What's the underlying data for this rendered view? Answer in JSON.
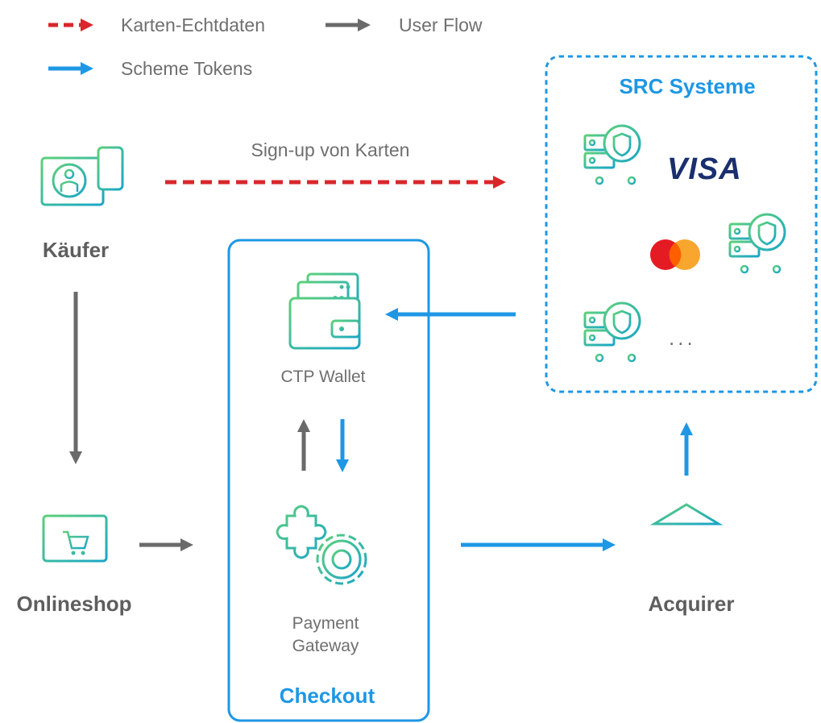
{
  "legend": {
    "card_data": "Karten-Echtdaten",
    "user_flow": "User Flow",
    "scheme_tokens": "Scheme Tokens"
  },
  "nodes": {
    "buyer": "Käufer",
    "shop": "Onlineshop",
    "wallet": "CTP Wallet",
    "gateway_line1": "Payment",
    "gateway_line2": "Gateway",
    "acquirer": "Acquirer"
  },
  "groups": {
    "checkout": "Checkout",
    "src": "SRC Systeme"
  },
  "edges": {
    "signup": "Sign-up von Karten"
  },
  "src_items": {
    "visa": "VISA",
    "more": "..."
  },
  "colors": {
    "card_data": "#d9262b",
    "user_flow": "#6a6a6a",
    "scheme_tokens": "#1e97e4",
    "icon_gradient_start": "#5dd07a",
    "icon_gradient_end": "#1aa6c9"
  },
  "icons": {
    "buyer": "user-with-device-icon",
    "shop": "laptop-shopping-cart-icon",
    "wallet": "wallet-cards-icon",
    "gateway": "puzzle-gear-icon",
    "acquirer": "bank-icon",
    "src_server": "server-shield-icon",
    "mastercard": "mastercard-logo"
  }
}
